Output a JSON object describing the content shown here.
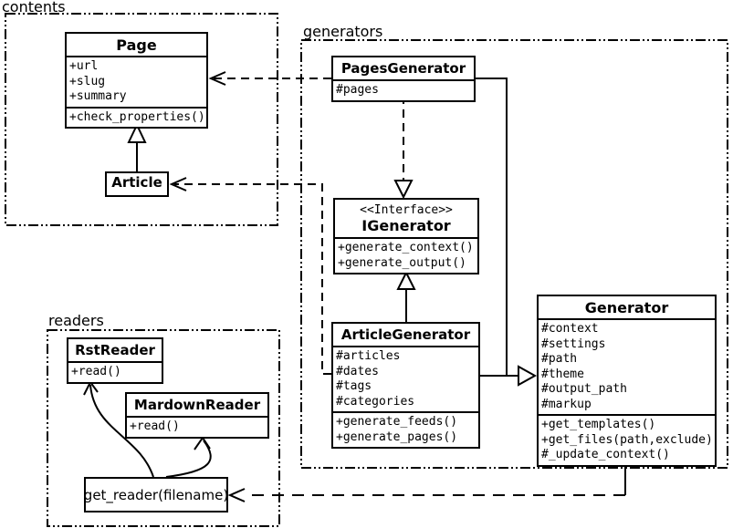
{
  "diagram_type": "uml-class-diagram",
  "colors": {
    "line": "#000000",
    "background": "#ffffff"
  },
  "packages": {
    "contents": {
      "label": "contents"
    },
    "generators": {
      "label": "generators"
    },
    "readers": {
      "label": "readers"
    }
  },
  "classes": {
    "page": {
      "name": "Page",
      "attributes": [
        "+url",
        "+slug",
        "+summary"
      ],
      "methods": [
        "+check_properties()"
      ]
    },
    "article": {
      "name": "Article"
    },
    "pages_generator": {
      "name": "PagesGenerator",
      "attributes": [
        "#pages"
      ]
    },
    "igenerator": {
      "stereotype": "<<Interface>>",
      "name": "IGenerator",
      "methods": [
        "+generate_context()",
        "+generate_output()"
      ]
    },
    "article_generator": {
      "name": "ArticleGenerator",
      "attributes": [
        "#articles",
        "#dates",
        "#tags",
        "#categories"
      ],
      "methods": [
        "+generate_feeds()",
        "+generate_pages()"
      ]
    },
    "generator": {
      "name": "Generator",
      "attributes": [
        "#context",
        "#settings",
        "#path",
        "#theme",
        "#output_path",
        "#markup"
      ],
      "methods": [
        "+get_templates()",
        "+get_files(path,exclude)",
        "#_update_context()"
      ]
    },
    "rst_reader": {
      "name": "RstReader",
      "methods": [
        "+read()"
      ]
    },
    "mardown_reader": {
      "name": "MardownReader",
      "methods": [
        "+read()"
      ]
    },
    "get_reader": {
      "label": "get_reader(filename)"
    }
  },
  "relationships": [
    {
      "from": "Article",
      "to": "Page",
      "type": "generalization"
    },
    {
      "from": "PagesGenerator",
      "to": "Page",
      "type": "dependency"
    },
    {
      "from": "ArticleGenerator",
      "to": "Article",
      "type": "dependency"
    },
    {
      "from": "PagesGenerator",
      "to": "IGenerator",
      "type": "realization"
    },
    {
      "from": "ArticleGenerator",
      "to": "IGenerator",
      "type": "generalization"
    },
    {
      "from": "PagesGenerator",
      "to": "Generator",
      "type": "generalization"
    },
    {
      "from": "ArticleGenerator",
      "to": "Generator",
      "type": "generalization"
    },
    {
      "from": "Generator",
      "to": "get_reader(filename)",
      "type": "dependency"
    },
    {
      "from": "get_reader(filename)",
      "to": "RstReader",
      "type": "arrow"
    },
    {
      "from": "get_reader(filename)",
      "to": "MardownReader",
      "type": "arrow"
    }
  ]
}
